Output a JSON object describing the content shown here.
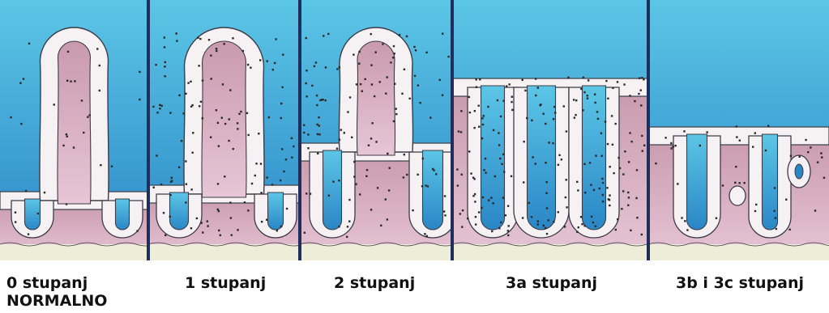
{
  "colors": {
    "lumen_top": "#5cc6e6",
    "lumen_bottom": "#2a86c6",
    "tissue_light": "#e7c6d6",
    "tissue_dark": "#c99aae",
    "epithelium": "#f6f2f4",
    "outline": "#3c3c46",
    "divider": "#1f2e5c",
    "lymphocyte": "#2a2a2a",
    "submucosa": "#eeeed8"
  },
  "stages": [
    {
      "label": "0 stupanj",
      "sublabel": "NORMALNO",
      "lymphocyte_density": 0.15,
      "villus_height": 1.0
    },
    {
      "label": "1 stupanj",
      "sublabel": "",
      "lymphocyte_density": 0.55,
      "villus_height": 1.0
    },
    {
      "label": "2 stupanj",
      "sublabel": "",
      "lymphocyte_density": 0.55,
      "villus_height": 1.0
    },
    {
      "label": "3a stupanj",
      "sublabel": "",
      "lymphocyte_density": 0.9,
      "villus_height": 0.5
    },
    {
      "label": "3b i 3c stupanj",
      "sublabel": "",
      "lymphocyte_density": 0.2,
      "villus_height": 0.0
    }
  ]
}
